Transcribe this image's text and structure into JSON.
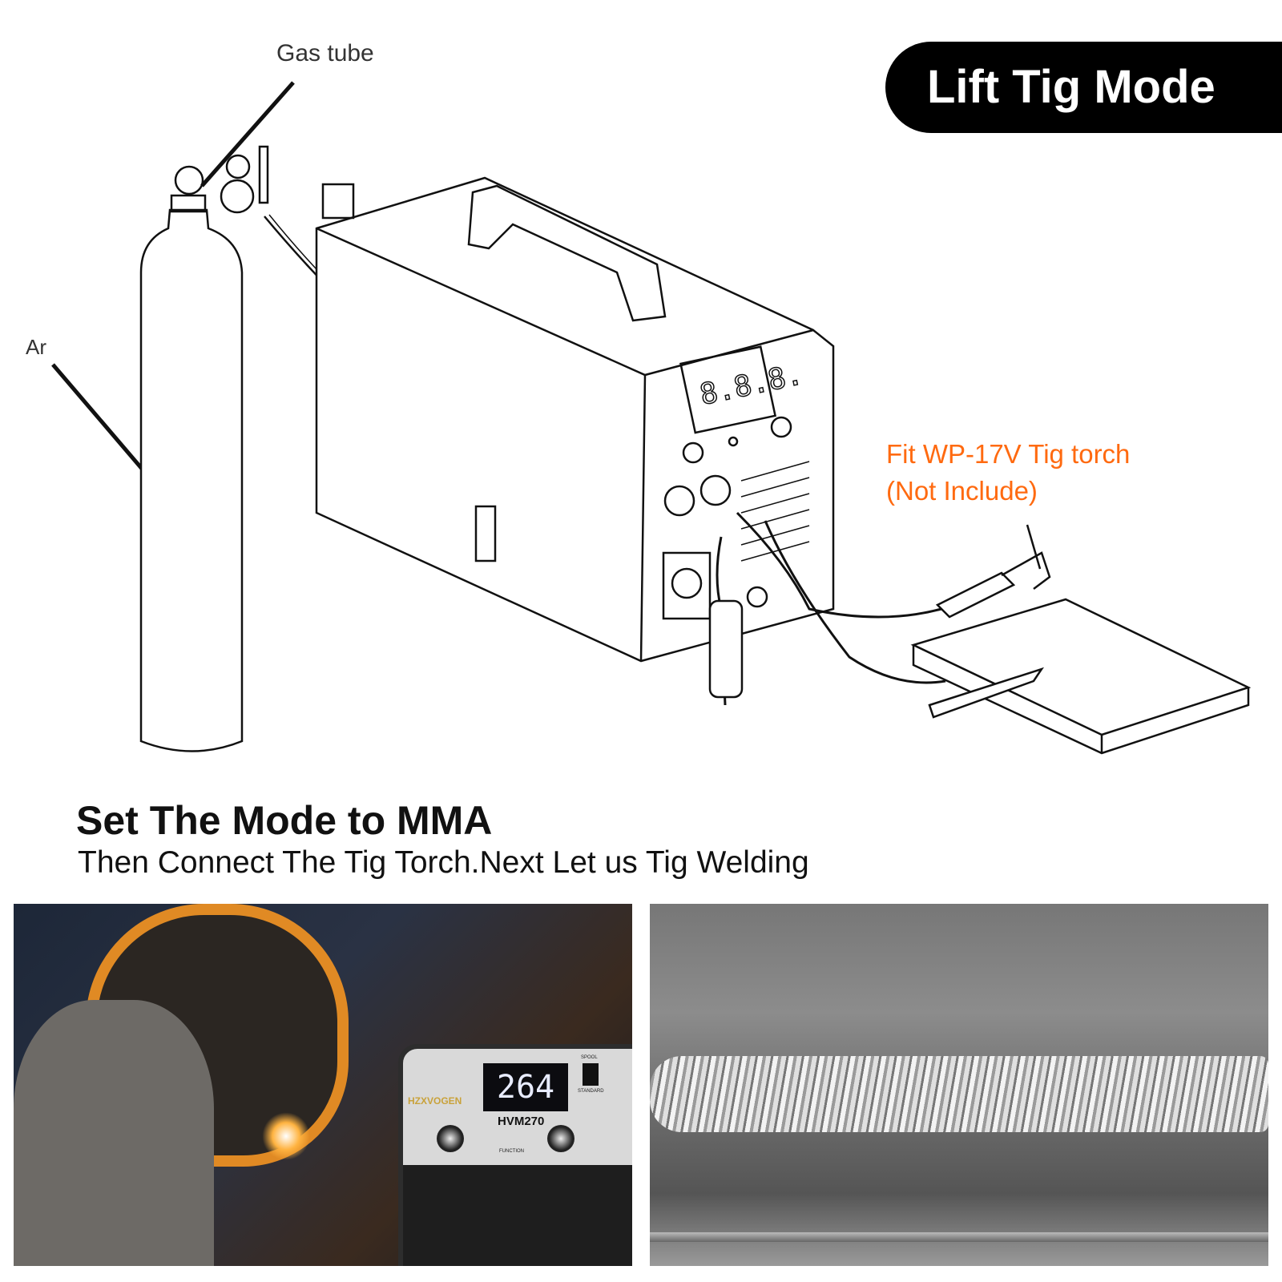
{
  "title": "Lift Tig Mode",
  "labels": {
    "gas_tube": "Gas tube",
    "argon": "Ar",
    "torch_line1": "Fit WP-17V Tig torch",
    "torch_line2": "(Not Include)"
  },
  "diagram_display": "8.8.8.",
  "heading": "Set The Mode to MMA",
  "subheading": "Then Connect The Tig Torch.Next Let us Tig Welding",
  "photo_machine": {
    "brand": "HZXVOGEN",
    "model": "HVM270",
    "display_value": "264",
    "switch_top": "SPOOL",
    "switch_bottom": "STANDARD",
    "function_label": "FUNCTION"
  },
  "colors": {
    "accent": "#ff6a10",
    "pill": "#000000",
    "brand_gold": "#c9a23a"
  }
}
